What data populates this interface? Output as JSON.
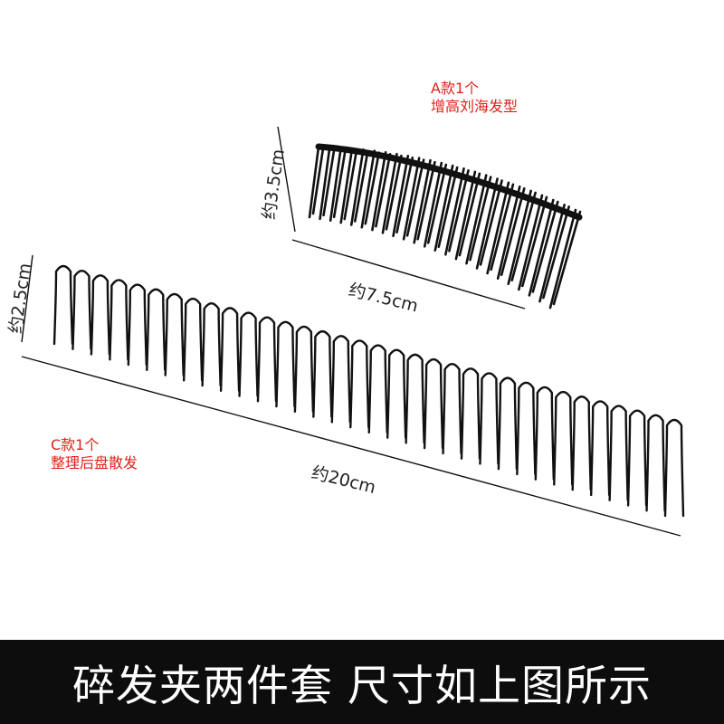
{
  "product_a": {
    "title": "A款1个",
    "subtitle": "增高刘海发型",
    "height_label": "约3.5cm",
    "width_label": "约7.5cm",
    "teeth_count": 24
  },
  "product_c": {
    "title": "C款1个",
    "subtitle": "整理后盘散发",
    "height_label": "约2.5cm",
    "width_label": "约20cm",
    "loop_count": 34
  },
  "banner": {
    "text": "碎发夹两件套 尺寸如上图所示"
  },
  "colors": {
    "background": "#ffffff",
    "banner_bg": "#0d0d0d",
    "banner_text": "#ffffff",
    "accent_red": "#e0211b",
    "metal": "#111111"
  }
}
